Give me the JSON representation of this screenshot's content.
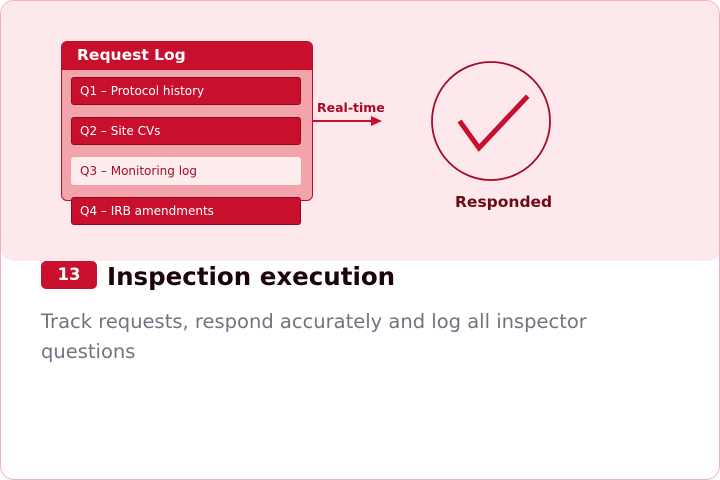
{
  "request_log": {
    "title": "Request Log",
    "items": [
      {
        "label": "Q1 – Protocol history",
        "state": "done"
      },
      {
        "label": "Q2 – Site CVs",
        "state": "done"
      },
      {
        "label": "Q3 – Monitoring log",
        "state": "active"
      },
      {
        "label": "Q4 – IRB amendments",
        "state": "done"
      }
    ]
  },
  "flow": {
    "arrow_label": "Real-time"
  },
  "status": {
    "label": "Responded",
    "icon": "check-icon"
  },
  "step": {
    "number": "13",
    "title": "Inspection execution",
    "description": "Track requests, respond accurately and log all inspector questions"
  },
  "colors": {
    "accent": "#c8102e",
    "background_tint": "#fde9eb",
    "text_dark": "#1c0508",
    "text_muted": "#6e7580"
  }
}
